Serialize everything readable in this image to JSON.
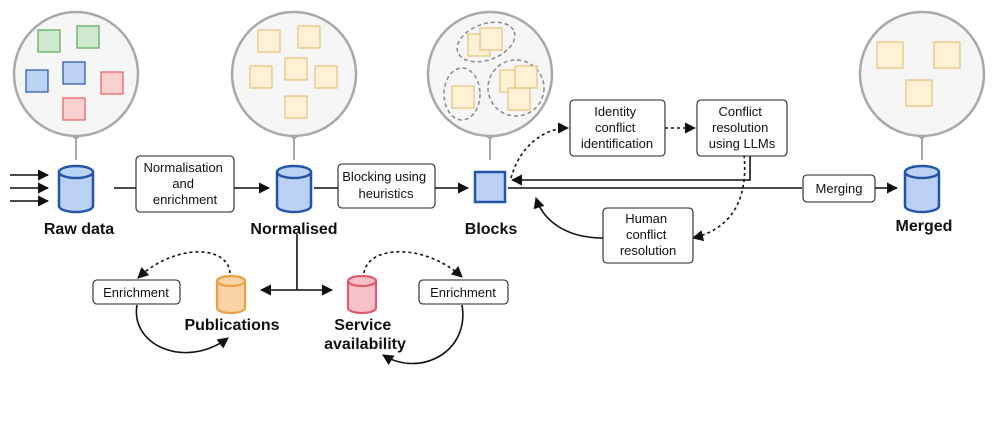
{
  "nodes": {
    "raw_data": "Raw data",
    "normalised": "Normalised",
    "blocks": "Blocks",
    "merged": "Merged",
    "publications": "Publications",
    "service_availability": [
      "Service",
      "availability"
    ]
  },
  "processes": {
    "normalisation": [
      "Normalisation",
      "and",
      "enrichment"
    ],
    "blocking": [
      "Blocking using",
      "heuristics"
    ],
    "identity_conflict": [
      "Identity",
      "conflict",
      "identification"
    ],
    "conflict_resolution": [
      "Conflict",
      "resolution",
      "using LLMs"
    ],
    "human_conflict": [
      "Human",
      "conflict",
      "resolution"
    ],
    "merging": "Merging",
    "enrichment_left": "Enrichment",
    "enrichment_right": "Enrichment"
  },
  "colors": {
    "blue": "#7ea6e0",
    "blue_fill": "#bcd2f4",
    "blue_stroke": "#2255aa",
    "green": "#5aa85a",
    "red": "#e06060",
    "yellow": "#e9c27a",
    "orange": "#e9a040",
    "pink": "#e05a70"
  }
}
